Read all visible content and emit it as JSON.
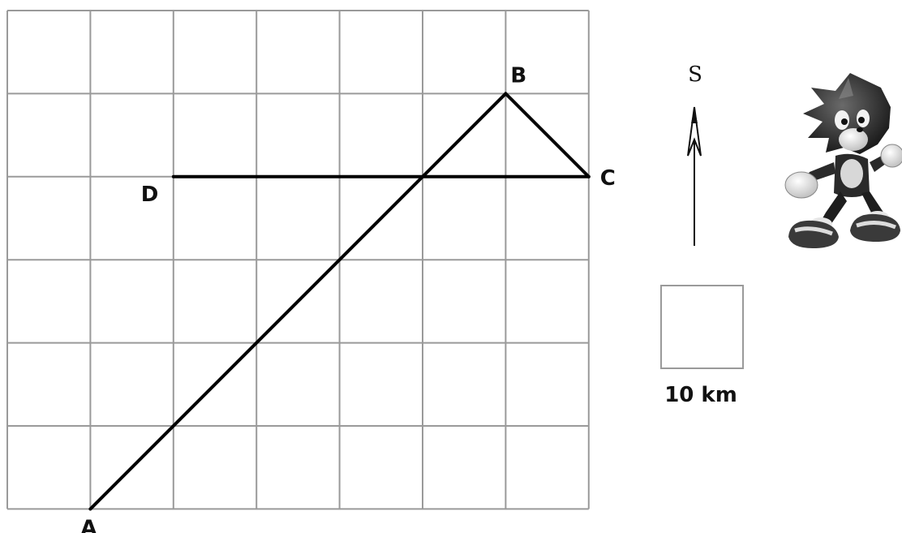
{
  "diagram": {
    "grid": {
      "columns": 7,
      "rows": 6
    },
    "points": [
      {
        "id": "A",
        "label": "A",
        "col": 1,
        "row": 6
      },
      {
        "id": "B",
        "label": "B",
        "col": 6,
        "row": 1
      },
      {
        "id": "C",
        "label": "C",
        "col": 7,
        "row": 2
      },
      {
        "id": "D",
        "label": "D",
        "col": 2,
        "row": 2
      }
    ],
    "segments": [
      {
        "from": "A",
        "to": "B"
      },
      {
        "from": "B",
        "to": "C"
      },
      {
        "from": "C",
        "to": "D"
      }
    ],
    "compass": {
      "label": "S"
    },
    "scale": {
      "label": "10 km"
    },
    "figure": {
      "icon": "hedgehog-character-figure",
      "tone": "grayscale"
    }
  }
}
